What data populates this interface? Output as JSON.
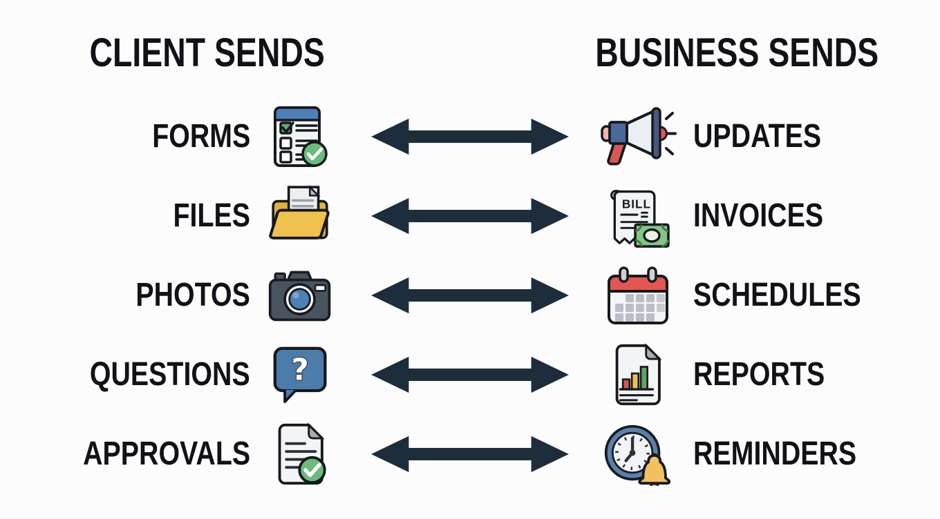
{
  "diagram": {
    "left_header": "CLIENT SENDS",
    "right_header": "BUSINESS SENDS",
    "arrow_icon": "double-headed-arrow-icon",
    "rows": [
      {
        "client_label": "FORMS",
        "client_icon": "form-checklist-icon",
        "business_label": "UPDATES",
        "business_icon": "megaphone-icon"
      },
      {
        "client_label": "FILES",
        "client_icon": "folder-document-icon",
        "business_label": "INVOICES",
        "business_icon": "bill-money-icon"
      },
      {
        "client_label": "PHOTOS",
        "client_icon": "camera-icon",
        "business_label": "SCHEDULES",
        "business_icon": "calendar-icon"
      },
      {
        "client_label": "QUESTIONS",
        "client_icon": "question-bubble-icon",
        "business_label": "REPORTS",
        "business_icon": "report-chart-icon"
      },
      {
        "client_label": "APPROVALS",
        "client_icon": "approved-document-icon",
        "business_label": "REMINDERS",
        "business_icon": "clock-bell-icon"
      }
    ],
    "icon_texts": {
      "bill": "BILL",
      "question_mark": "?"
    },
    "colors": {
      "background": "#fcfcfd",
      "text": "#101217",
      "arrow": "#1e2d3b",
      "outline": "#16191d",
      "blue": "#4c7cab",
      "header_blue": "#4e7fb8",
      "steel_blue_ring": "#5c80ad",
      "green_badge": "#6cba7c",
      "money_green": "#82c687",
      "folder_yellow": "#f1c14f",
      "bell_yellow": "#f2c25e",
      "red": "#d95752",
      "calendar_red": "#e2574f",
      "camera_gray": "#4a545f",
      "bar_yellow": "#f0c04c",
      "bar_green": "#5fa468"
    }
  }
}
